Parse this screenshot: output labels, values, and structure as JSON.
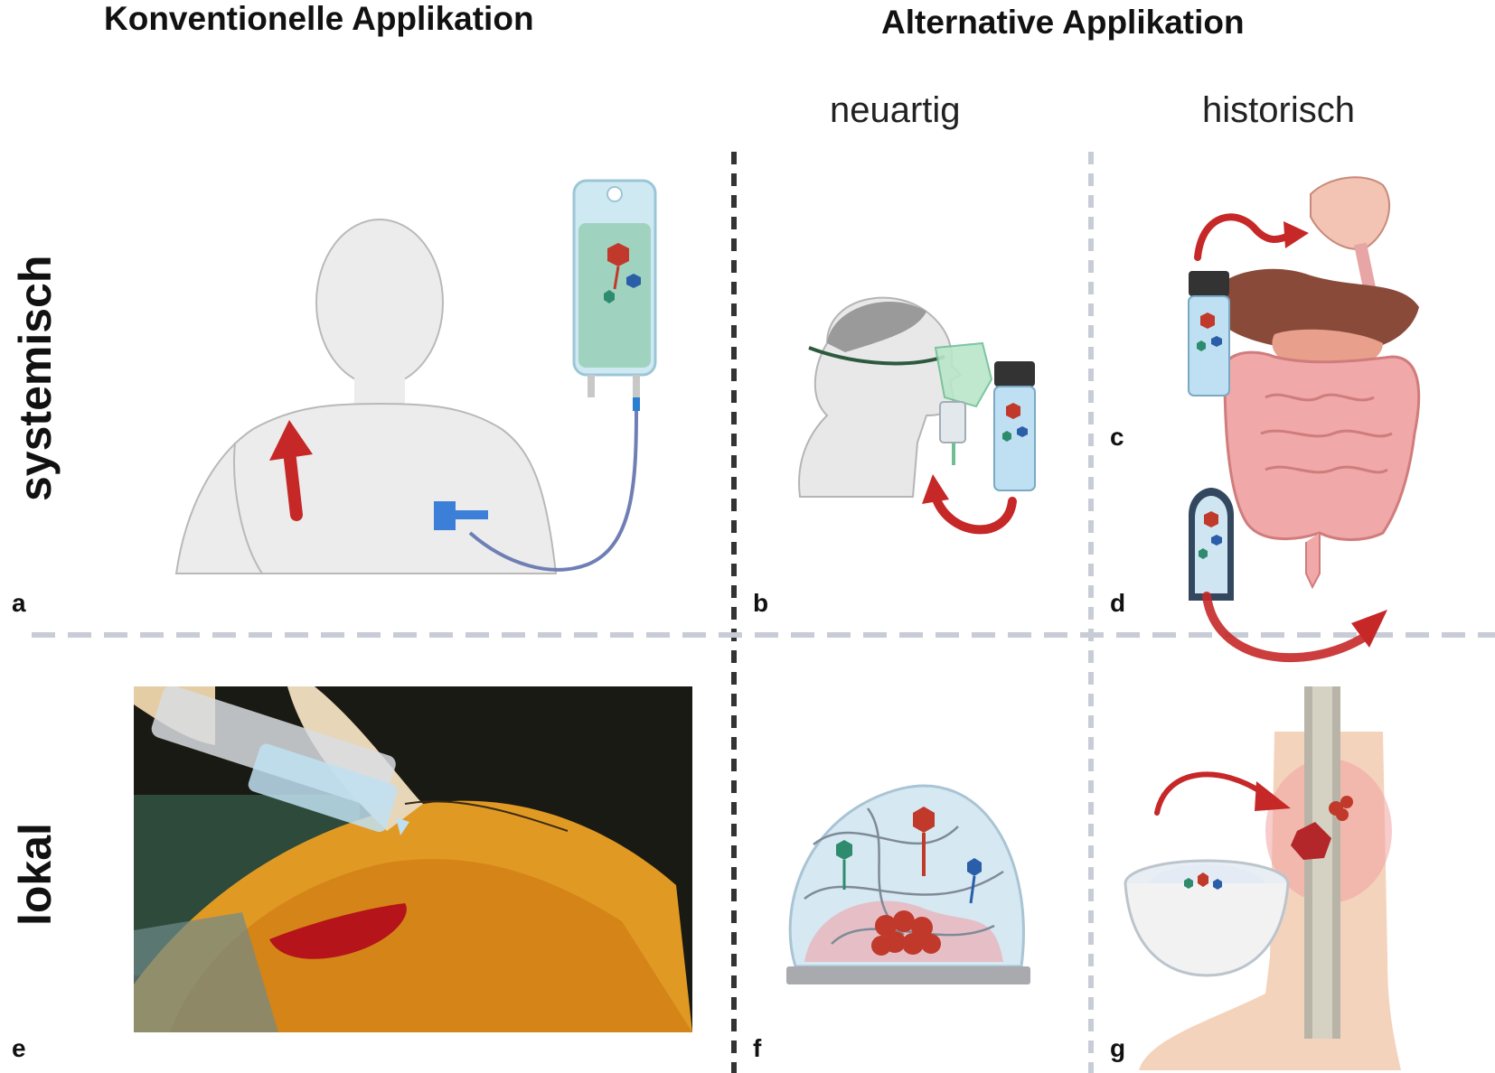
{
  "headers": {
    "conventional": "Konventionelle Applikation",
    "alternative": "Alternative Applikation",
    "novel": "neuartig",
    "historical": "historisch"
  },
  "rows": {
    "systemic": "systemisch",
    "local": "lokal"
  },
  "panels": {
    "a": "a",
    "b": "b",
    "c": "c",
    "d": "d",
    "e": "e",
    "f": "f",
    "g": "g"
  },
  "colors": {
    "arrow_red": "#c62828",
    "divider_dark": "#333333",
    "divider_light": "#c8ccd6",
    "skin_grey": "#ececec",
    "fluid_green": "#9fd3c0",
    "vial_blue": "#bfe0f2",
    "phage_red": "#c0392b",
    "phage_blue": "#2a5ea8",
    "phage_green": "#2e8b6e"
  },
  "icons": [
    "person-infusion-icon",
    "iv-bag-icon",
    "person-inhaler-icon",
    "vial-icon",
    "digestive-system-icon",
    "capsule-icon",
    "syringe-photo",
    "hydrogel-icon",
    "bowl-icon",
    "leg-bone-icon"
  ]
}
